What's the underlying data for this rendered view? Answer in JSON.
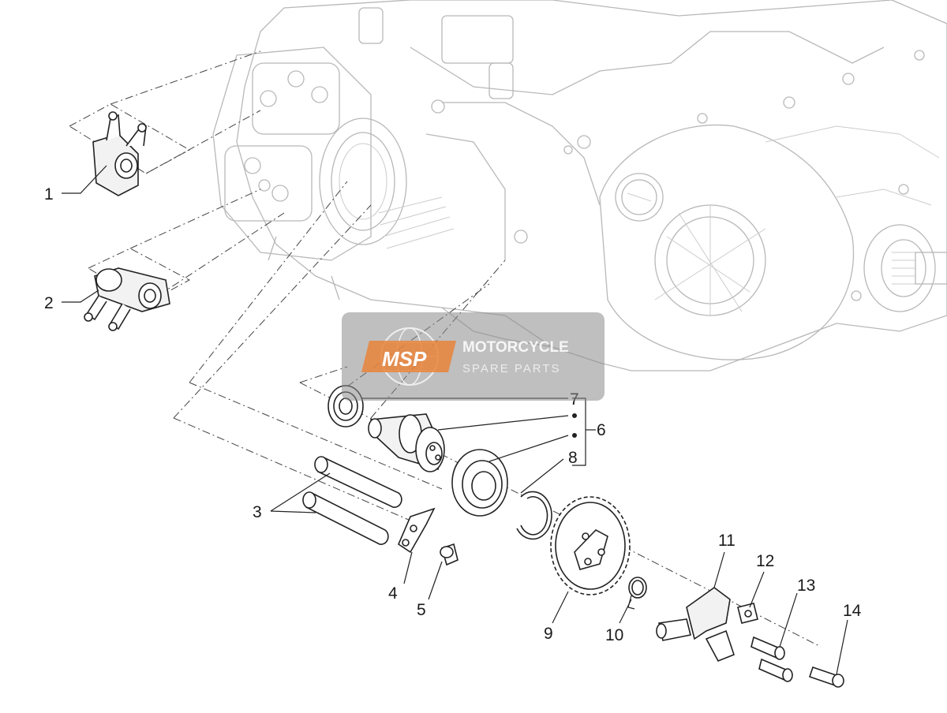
{
  "callouts": {
    "c1": "1",
    "c2": "2",
    "c3": "3",
    "c4": "4",
    "c5": "5",
    "c6": "6",
    "c7": "7",
    "c8": "8",
    "c9": "9",
    "c10": "10",
    "c11": "11",
    "c12": "12",
    "c13": "13",
    "c14": "14"
  },
  "watermark": {
    "logo": "MSP",
    "line1": "MOTORCYCLE",
    "line2": "SPARE PARTS"
  },
  "colors": {
    "watermark_bg": "#8a8a8a",
    "logo_orange": "#e8833a",
    "line_art": "#222222",
    "engine_art": "#b8b8b8"
  }
}
